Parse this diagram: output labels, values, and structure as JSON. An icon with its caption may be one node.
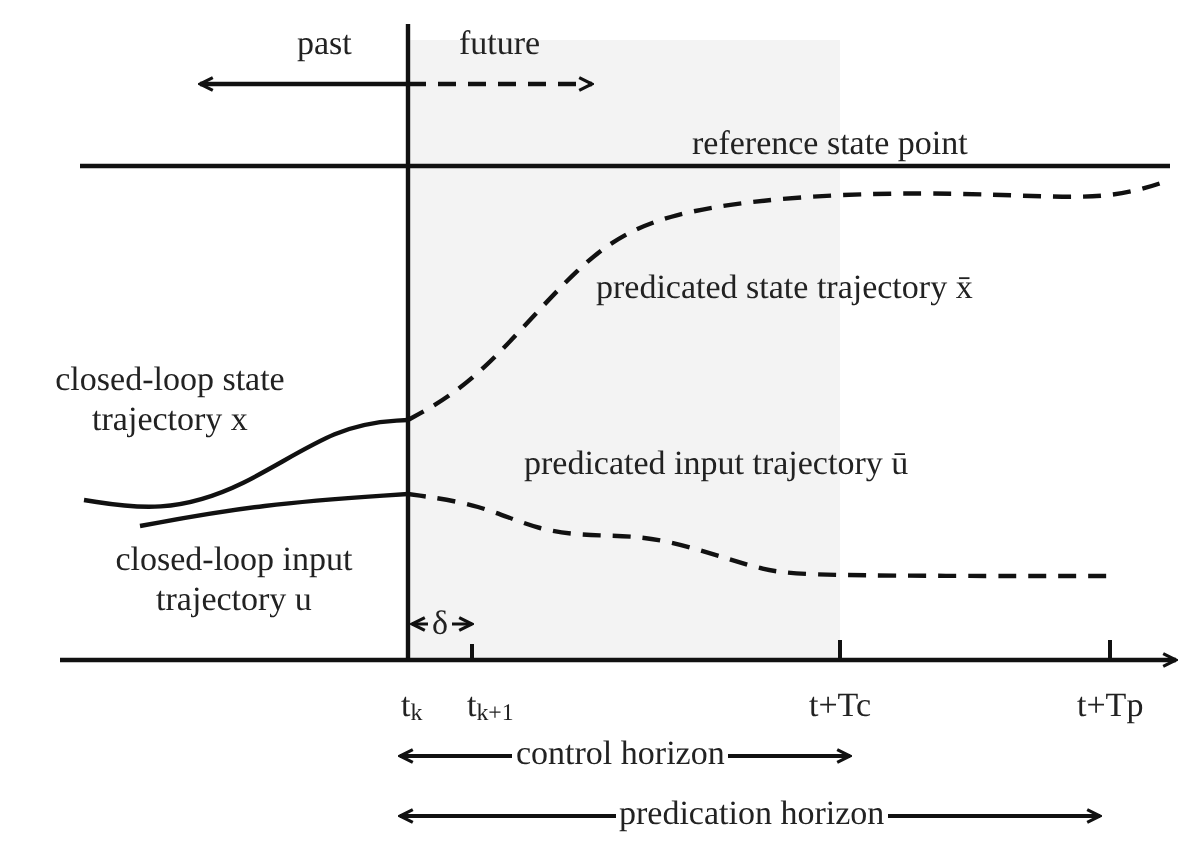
{
  "diagram": {
    "labels": [
      "past",
      "future",
      "reference state point",
      "predicated state trajectory x̄",
      "closed-loop state trajectory x",
      "predicated input trajectory ū",
      "closed-loop input trajectory u",
      "δ",
      "t$_{k}$",
      "t$_{k+1}$",
      "t+Tc",
      "t+Tp",
      "control horizon",
      "predication horizon"
    ]
  }
}
